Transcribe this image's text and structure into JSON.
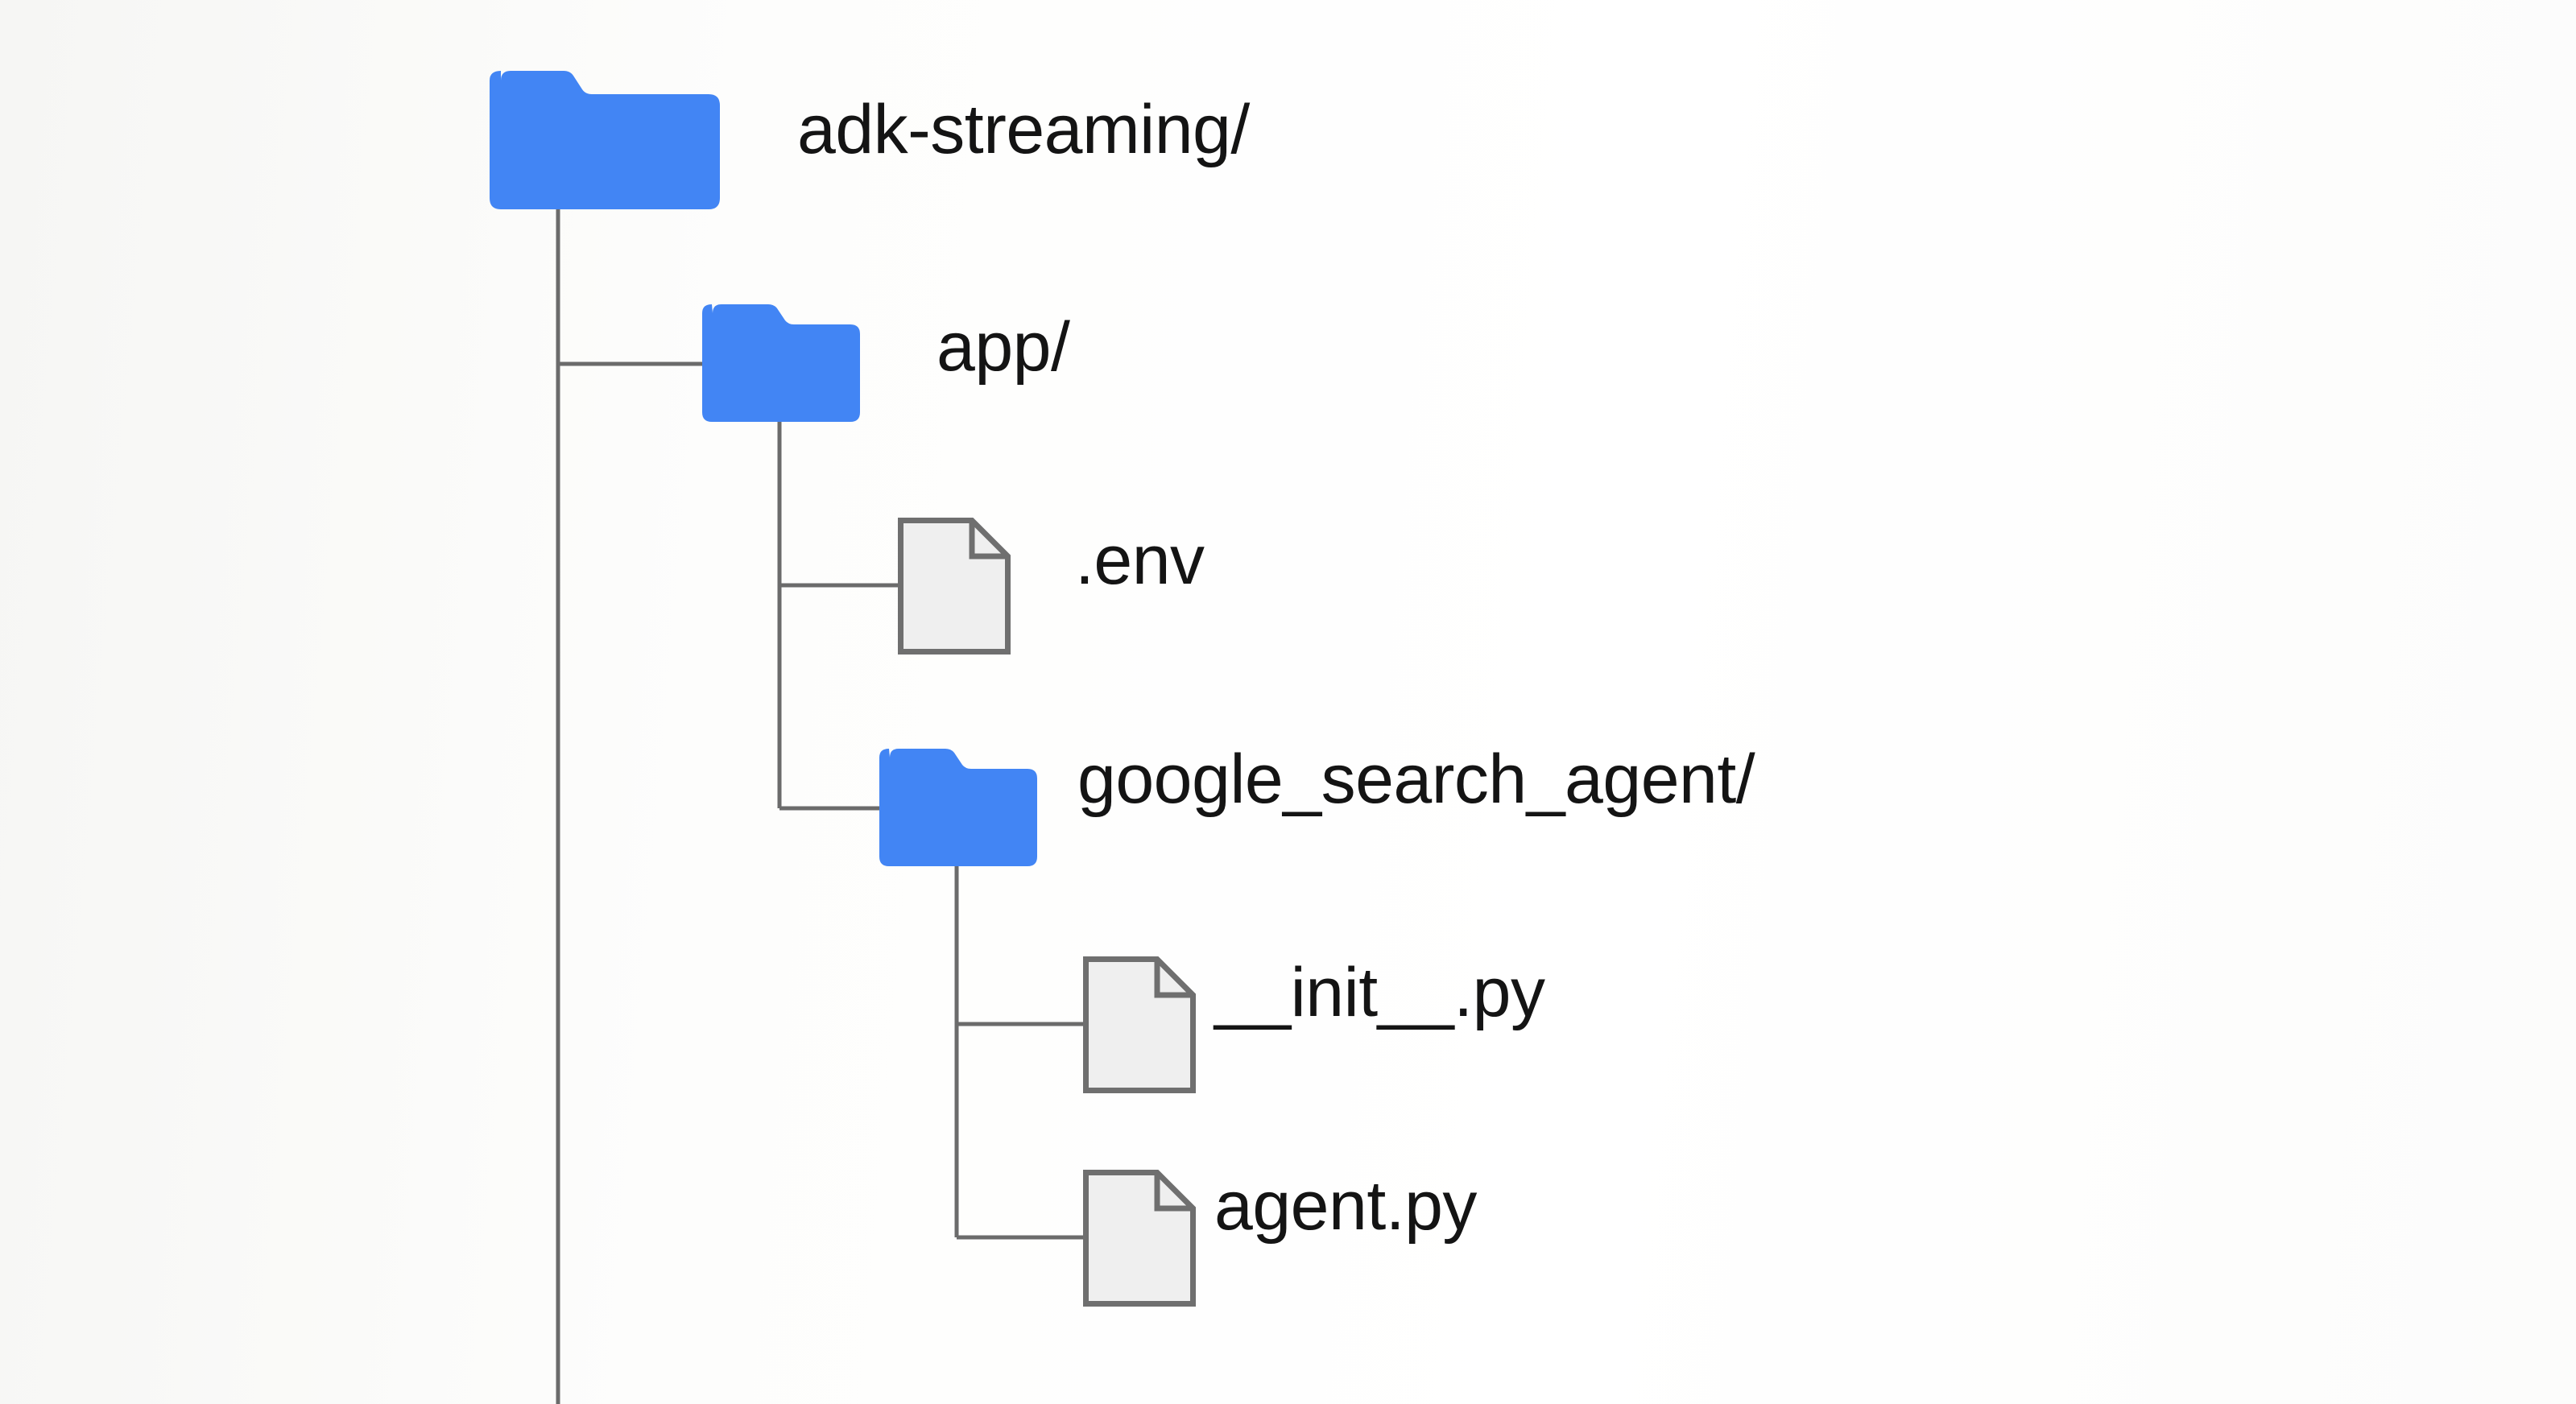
{
  "diagram": {
    "type": "directory-tree",
    "background_color": "#fbfbfa",
    "folder_color": "#4285f4",
    "file_fill_color": "#efefef",
    "file_stroke_color": "#6f6f6f",
    "connector_color": "#6b6b6b",
    "text_color": "#141414"
  },
  "tree": {
    "nodes": [
      {
        "id": "root",
        "label": "adk-streaming/",
        "kind": "folder",
        "depth": 0,
        "icon": "folder-icon"
      },
      {
        "id": "app",
        "label": "app/",
        "kind": "folder",
        "depth": 1,
        "icon": "folder-icon"
      },
      {
        "id": "env",
        "label": ".env",
        "kind": "file",
        "depth": 2,
        "icon": "file-icon"
      },
      {
        "id": "google_search_agent",
        "label": "google_search_agent/",
        "kind": "folder",
        "depth": 2,
        "icon": "folder-icon"
      },
      {
        "id": "init_py",
        "label": "__init__.py",
        "kind": "file",
        "depth": 3,
        "icon": "file-icon"
      },
      {
        "id": "agent_py",
        "label": "agent.py",
        "kind": "file",
        "depth": 3,
        "icon": "file-icon"
      }
    ]
  }
}
